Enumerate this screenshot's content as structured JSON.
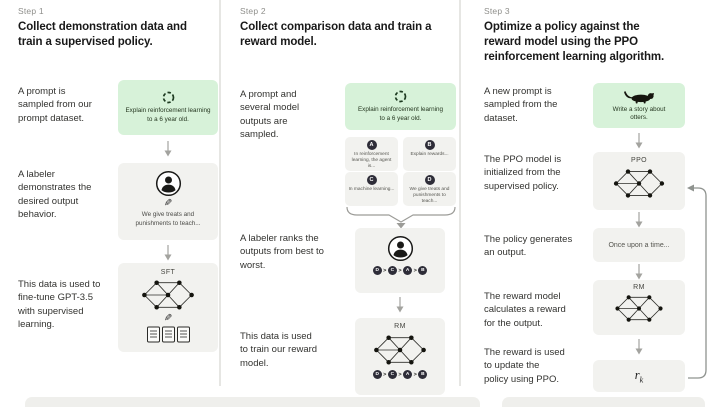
{
  "colors": {
    "green_box": "#d7f2d9",
    "gray_box": "#f2f2ef",
    "divider": "#e6e6e3",
    "letter_circle": "#2e2d38",
    "arrow": "#a3a39f",
    "heading_text": "#191919",
    "body_text": "#333330"
  },
  "icons": {
    "pencil": "✎"
  },
  "step1": {
    "step_label": "Step 1",
    "title": "Collect demonstration data and train a supervised policy.",
    "row1_label": "A prompt is sampled from our prompt dataset.",
    "prompt_box": {
      "text": "Explain reinforcement learning to a 6 year old."
    },
    "row2_label": "A labeler demonstrates the desired output behavior.",
    "labeler_box": {
      "text": "We give treats and punishments to teach..."
    },
    "row3_label": "This data is used to fine-tune GPT-3.5 with supervised learning.",
    "sft_box": {
      "title": "SFT"
    }
  },
  "step2": {
    "step_label": "Step 2",
    "title": "Collect comparison data and train a reward model.",
    "row1_label": "A prompt and several model outputs are sampled.",
    "prompt_box": {
      "text": "Explain reinforcement learning to a 6 year old."
    },
    "outputs": [
      {
        "letter": "A",
        "text": "In reinforcement learning, the agent is..."
      },
      {
        "letter": "B",
        "text": "Explain rewards..."
      },
      {
        "letter": "C",
        "text": "In machine learning..."
      },
      {
        "letter": "D",
        "text": "We give treats and punishments to teach..."
      }
    ],
    "row2_label": "A labeler ranks the outputs from best to worst.",
    "ranking": [
      "D",
      "C",
      "A",
      "B"
    ],
    "ranking_sep": ">",
    "row3_label": "This data is used to train our reward model.",
    "rm_box": {
      "title": "RM"
    }
  },
  "step3": {
    "step_label": "Step 3",
    "title": "Optimize a policy against the reward model using the PPO reinforcement learning algorithm.",
    "row1_label": "A new prompt is sampled from the dataset.",
    "prompt_box": {
      "text": "Write a story about otters."
    },
    "row2_label": "The PPO model is initialized from the supervised policy.",
    "ppo_box": {
      "title": "PPO"
    },
    "row3_label": "The policy generates an output.",
    "output_box": {
      "text": "Once upon a time..."
    },
    "row4_label": "The reward model calculates a reward for the output.",
    "rm_box": {
      "title": "RM"
    },
    "row5_label": "The reward is used to update the policy using PPO.",
    "reward_box": {
      "text": "r",
      "subscript": "k"
    }
  }
}
